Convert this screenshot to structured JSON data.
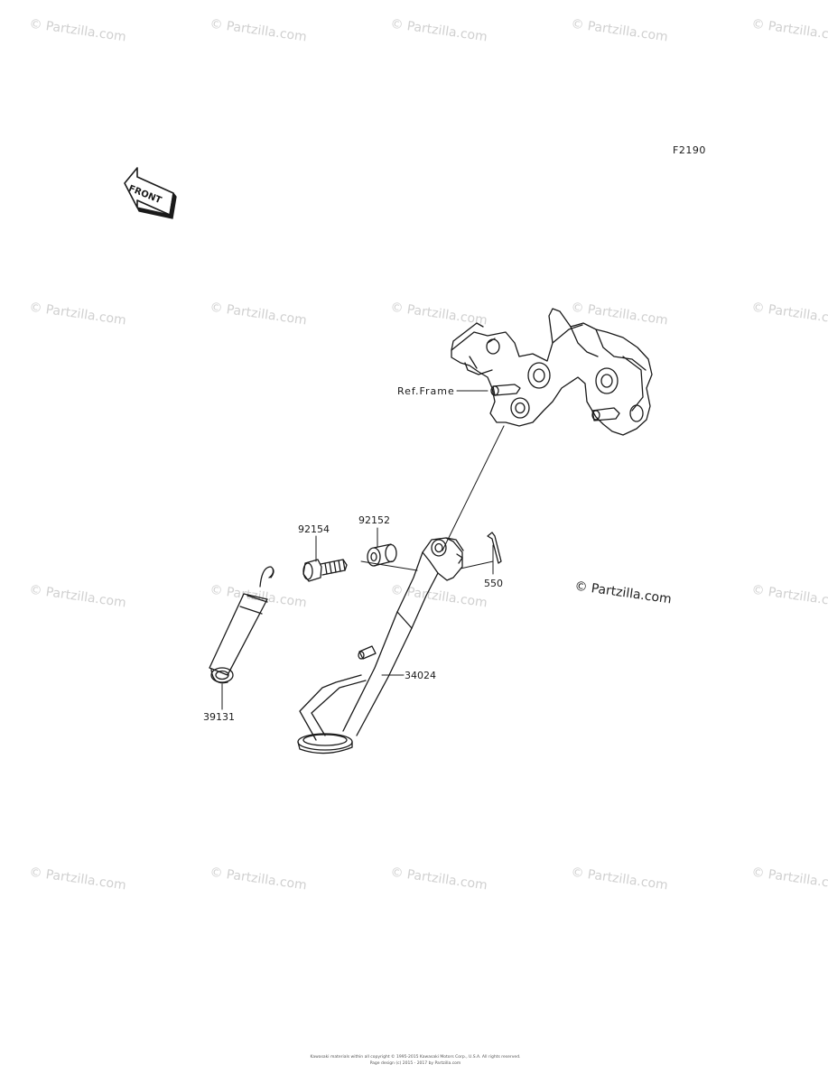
{
  "watermark_text": "© Partzilla.com",
  "diagram_code": "F2190",
  "front_arrow_text": "FRONT",
  "callouts": {
    "ref_frame": "Ref.Frame",
    "bolt": "92154",
    "collar": "92152",
    "cotter_pin": "550",
    "side_stand": "34024",
    "spring": "39131"
  },
  "brand_mark": "© Partzilla.com",
  "copyright_lines": [
    "Kawasaki materials within all copyright © 1995-2015 Kawasaki Motors Corp., U.S.A. All rights reserved.",
    "Page design (c) 2015 - 2017 by Partzilla.com"
  ],
  "colors": {
    "line": "#1a1a1a",
    "watermark": "#d0d0d0",
    "background": "#ffffff"
  }
}
